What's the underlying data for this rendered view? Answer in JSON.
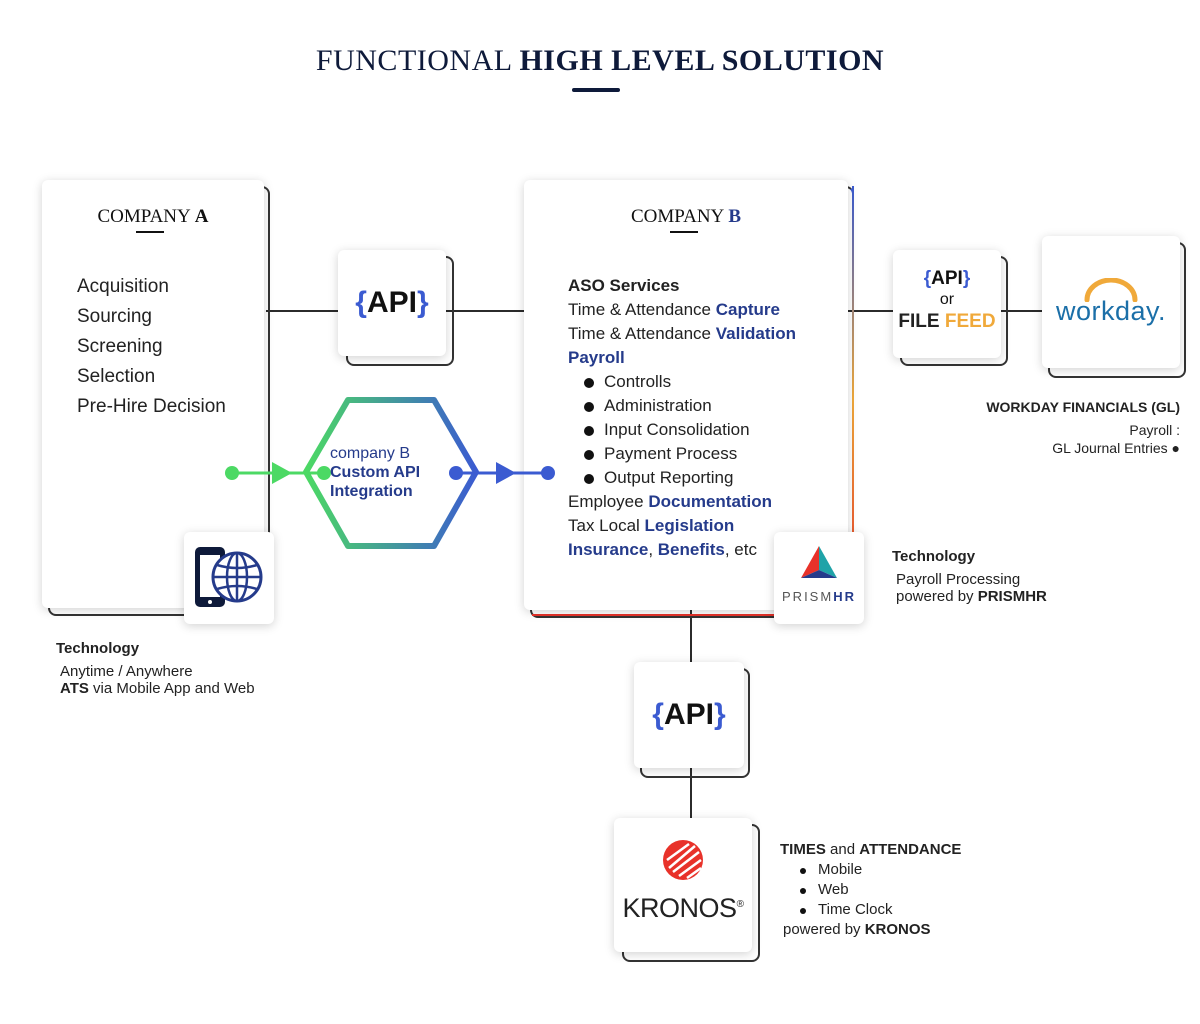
{
  "title": {
    "regular": "FUNCTIONAL",
    "bold": "HIGH LEVEL SOLUTION"
  },
  "company_a": {
    "label_prefix": "COMPANY",
    "label_letter": "A",
    "items": [
      "Acquisition",
      "Sourcing",
      "Screening",
      "Selection",
      "Pre-Hire Decision"
    ],
    "technology": {
      "heading": "Technology",
      "line1": "Anytime / Anywhere",
      "line2_bold": "ATS",
      "line2_rest": " via Mobile App and Web"
    }
  },
  "company_b": {
    "label_prefix": "COMPANY",
    "label_letter": "B",
    "aso": "ASO Services",
    "ta_capture": {
      "text": "Time & Attendance ",
      "hl": "Capture"
    },
    "ta_validation": {
      "text": "Time & Attendance ",
      "hl": "Validation"
    },
    "payroll": "Payroll",
    "payroll_items": [
      "Controlls",
      "Administration",
      "Input Consolidation",
      "Payment Process",
      "Output Reporting"
    ],
    "employee_doc": {
      "text": "Employee ",
      "hl": "Documentation"
    },
    "tax": {
      "text": "Tax Local ",
      "hl": "Legislation"
    },
    "insurance": {
      "hl1": "Insurance",
      "sep": ", ",
      "hl2": "Benefits",
      "rest": ", etc"
    },
    "technology": {
      "heading": "Technology",
      "line1": "Payroll Processing",
      "line2_rest": "powered by ",
      "line2_bold": "PRISMHR"
    }
  },
  "api_box": {
    "open": "{",
    "label": "API",
    "close": "}"
  },
  "api_or_feed": {
    "api": "API",
    "or": "or",
    "file": "FILE ",
    "feed": "FEED"
  },
  "integration": {
    "line1": "company B",
    "line2": "Custom API",
    "line3": "Integration"
  },
  "workday": {
    "logo_text": "workday.",
    "note_heading": "WORKDAY FINANCIALS (GL)",
    "note_line1": "Payroll :",
    "note_line2": "GL Journal Entries ●"
  },
  "prismhr": {
    "logo_a": "PRISM",
    "logo_b": "HR"
  },
  "kronos": {
    "logo_text": "KRONOS",
    "reg": "®",
    "heading_b1": "TIMES",
    "heading_mid": " and ",
    "heading_b2": "ATTENDANCE",
    "items": [
      "Mobile",
      "Web",
      "Time Clock"
    ],
    "powered_text": "powered by ",
    "powered_bold": "KRONOS"
  },
  "colors": {
    "navy": "#253b8b",
    "accent_blue": "#3b5bd1",
    "green": "#4cd964",
    "orange": "#f0a93a",
    "workday_blue": "#1b6fa8",
    "kronos_red": "#e8322a"
  }
}
